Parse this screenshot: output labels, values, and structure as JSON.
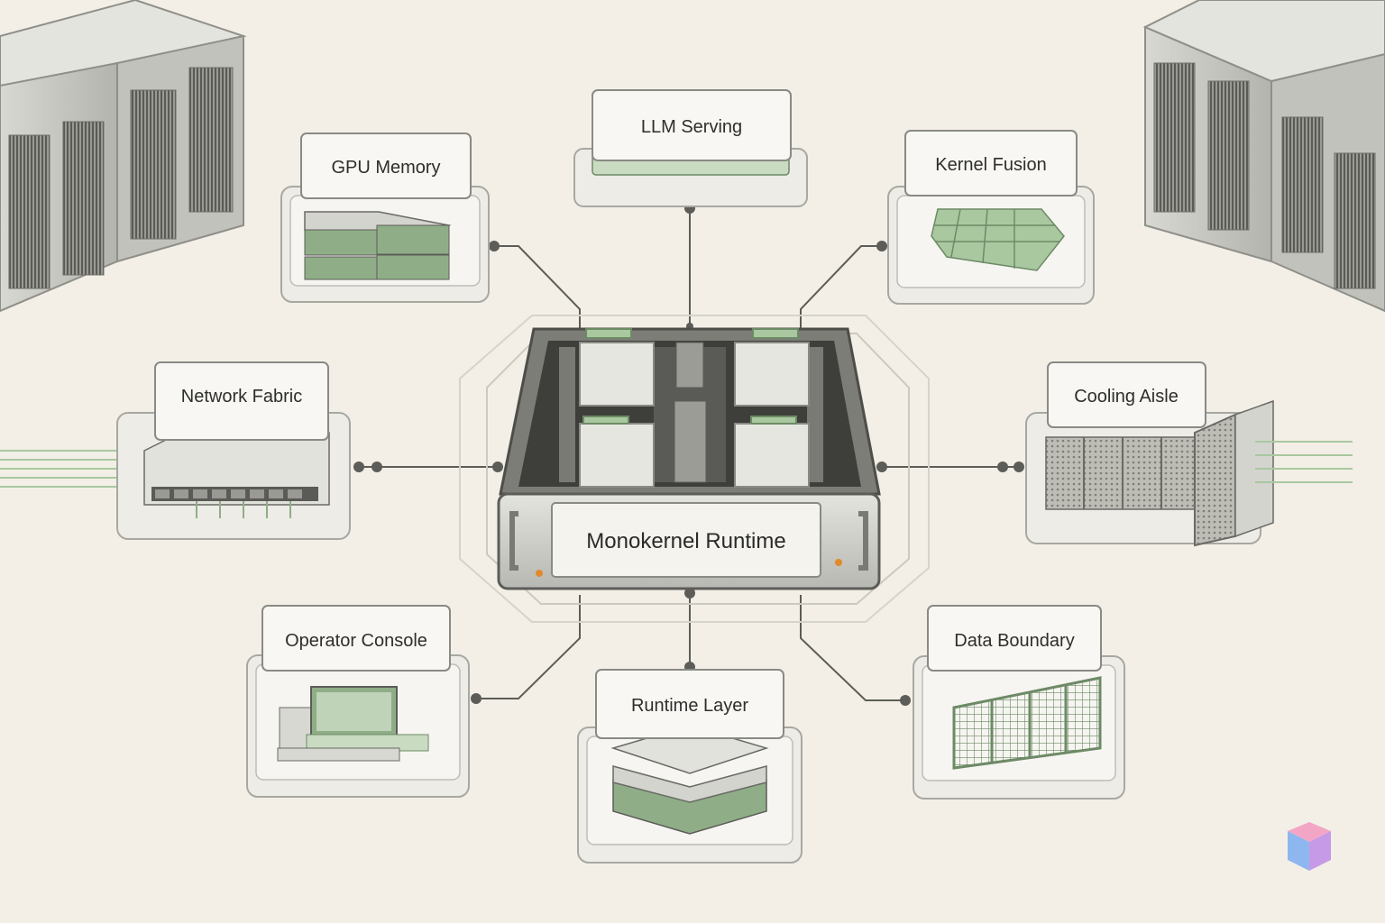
{
  "hub": {
    "label": "Monokernel Runtime"
  },
  "nodes": {
    "gpu_memory": {
      "label": "GPU Memory"
    },
    "llm_serving": {
      "label": "LLM Serving"
    },
    "kernel_fusion": {
      "label": "Kernel Fusion"
    },
    "network_fabric": {
      "label": "Network Fabric"
    },
    "cooling_aisle": {
      "label": "Cooling Aisle"
    },
    "operator_console": {
      "label": "Operator Console"
    },
    "runtime_layer": {
      "label": "Runtime Layer"
    },
    "data_boundary": {
      "label": "Data Boundary"
    }
  },
  "colors": {
    "background": "#f3efe6",
    "accent_green": "#a9c8a0",
    "connector": "#5c5c58",
    "panel": "#f8f7f3",
    "metal": "#c9c9c4"
  }
}
